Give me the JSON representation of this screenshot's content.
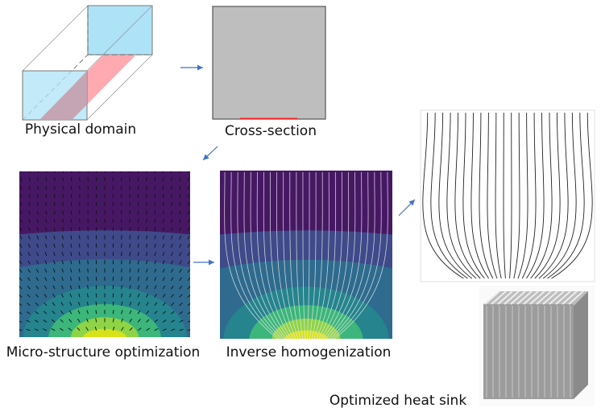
{
  "labels": {
    "physical_domain": "Physical domain",
    "cross_section": "Cross-section",
    "micro_structure": "Micro-structure optimization",
    "inverse_homogenization": "Inverse homogenization",
    "optimized_heat_sink": "Optimized heat sink"
  },
  "colors": {
    "arrow": "#4472c4",
    "face_blue": "#aee3f7",
    "heat_red": "#ff9aa2",
    "cross_section_gray": "#bebebe",
    "heat_source": "#ff2020",
    "contour_bands": [
      "#461864",
      "#3e4a89",
      "#2e6b8e",
      "#25848e",
      "#3cb67a",
      "#8ed446",
      "#d7e21b"
    ]
  }
}
